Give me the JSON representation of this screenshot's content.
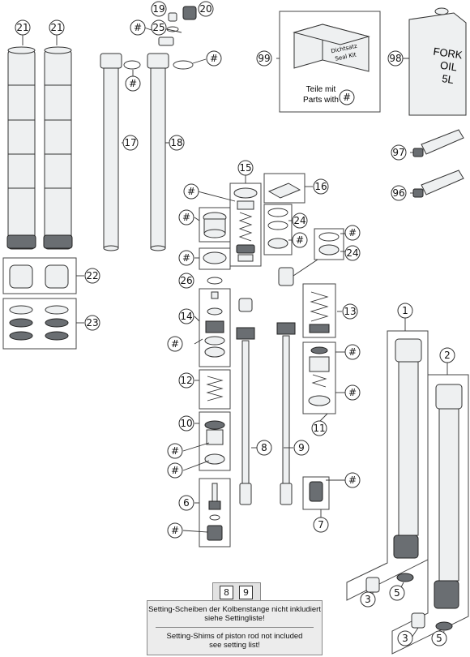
{
  "callouts": {
    "c21a": "21",
    "c21b": "21",
    "c19": "19",
    "c20": "20",
    "c25": "25",
    "c17": "17",
    "c18": "18",
    "c22": "22",
    "c23": "23",
    "c99": "99",
    "c98": "98",
    "c97": "97",
    "c96": "96",
    "c15": "15",
    "c16": "16",
    "c24a": "24",
    "c24b": "24",
    "c26": "26",
    "c14": "14",
    "c13": "13",
    "c12": "12",
    "c10": "10",
    "c11": "11",
    "c8": "8",
    "c9": "9",
    "c6": "6",
    "c7": "7",
    "c1": "1",
    "c2": "2",
    "c3a": "3",
    "c5a": "5",
    "c3b": "3",
    "c5b": "5",
    "hash": "#"
  },
  "seal_kit": {
    "box_text_de": "Dichtsatz",
    "box_text_en": "Seal Kit",
    "caption_line1": "Teile mit",
    "caption_line2": "Parts with"
  },
  "oil_can": {
    "line1": "FORK",
    "line2": "OIL",
    "line3": "5L"
  },
  "note": {
    "badge_left": "8",
    "badge_right": "9",
    "text_de_1": "Setting-Scheiben der Kolbenstange nicht inkludiert",
    "text_de_2": "siehe Settingliste!",
    "text_en_1": "Setting-Shims of piston rod not included",
    "text_en_2": "see setting list!"
  },
  "colors": {
    "part_fill": "#eef0f1",
    "outline": "#333333",
    "note_bg": "#ececec"
  }
}
